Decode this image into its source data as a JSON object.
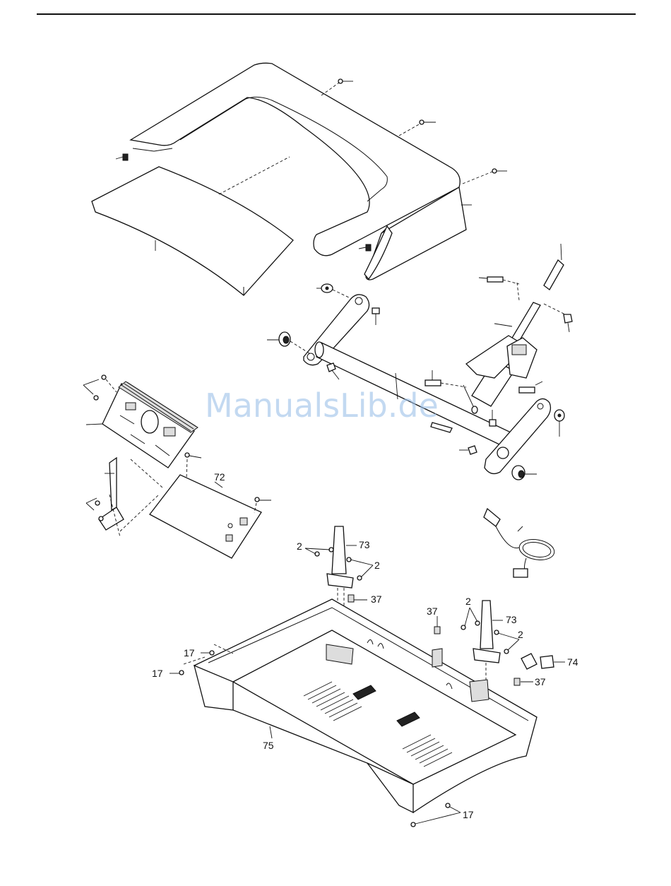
{
  "watermark": "ManualsLib.de",
  "callouts": {
    "c72": "72",
    "c73a": "73",
    "c73b": "73",
    "c2a": "2",
    "c2b": "2",
    "c2c": "2",
    "c2d": "2",
    "c37a": "37",
    "c37b": "37",
    "c37c": "37",
    "c74": "74",
    "c17a": "17",
    "c17b": "17",
    "c17c": "17",
    "c75": "75"
  }
}
